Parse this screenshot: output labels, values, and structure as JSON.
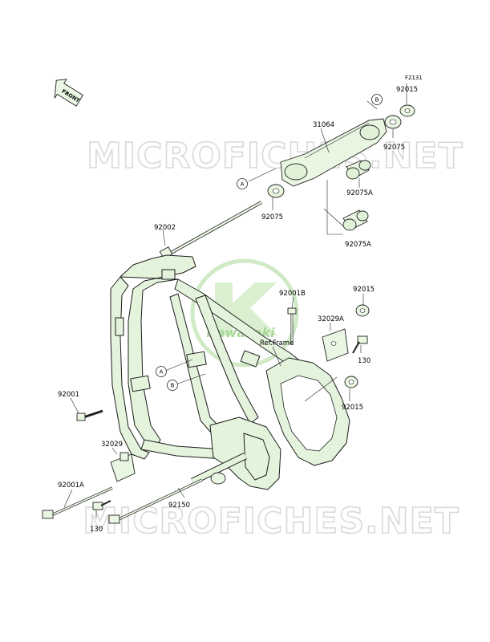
{
  "figure_code": "F2131",
  "front_label": "FRONT",
  "watermark_text": "MICROFICHES.NET",
  "logo_text": "Kawasaki",
  "ref_label": "Ref.Frame",
  "callouts": {
    "a": "A",
    "b": "B"
  },
  "parts": {
    "p92015_top": "92015",
    "p31064": "31064",
    "p92075_right": "92075",
    "p92075a_top": "92075A",
    "p92075_left": "92075",
    "p92075a_bottom": "92075A",
    "p92002": "92002",
    "p92001b": "92001B",
    "p92015_mid": "92015",
    "p32029a": "32029A",
    "p130_right": "130",
    "p92015_low": "92015",
    "p92001": "92001",
    "p32029": "32029",
    "p92001a": "92001A",
    "p92150": "92150",
    "p130_left": "130"
  },
  "colors": {
    "part_fill": "#e8f6e2",
    "logo_green": "#cfeac4",
    "watermark_gray": "#d9d9d9",
    "line": "#222222"
  }
}
